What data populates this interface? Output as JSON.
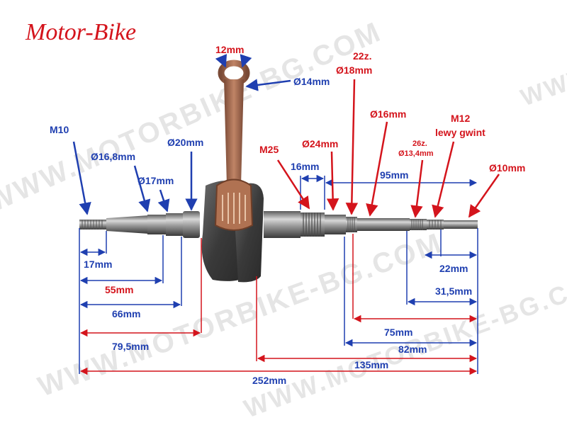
{
  "brand": "Motor-Bike",
  "watermarks": [
    "WWW.MOTORBIKE-BG.COM",
    "WWW.MOTORBIKE-BG.COM",
    "WWW.MOTORBIKE-BG.COM",
    "WWW.MOTORBIKE-BG.COM"
  ],
  "colors": {
    "red": "#d4141c",
    "blue": "#1f3fb0",
    "metal": "#8d8d8d",
    "rod": "#a8684a"
  },
  "labels": {
    "m10": "M10",
    "d16_8": "Ø16,8mm",
    "d17": "Ø17mm",
    "d20": "Ø20mm",
    "rod_width": "12mm",
    "d14": "Ø14mm",
    "teeth22": "22z.",
    "d18": "Ø18mm",
    "d16": "Ø16mm",
    "m12": "M12",
    "lewy_gwint": "lewy gwint",
    "m25": "M25",
    "d24": "Ø24mm",
    "teeth26": "26z.",
    "d13_4": "Ø13,4mm",
    "d10": "Ø10mm"
  },
  "dimensions": {
    "l16": "16mm",
    "l95": "95mm",
    "l17": "17mm",
    "l55": "55mm",
    "l66": "66mm",
    "l79_5": "79,5mm",
    "l22": "22mm",
    "l31_5": "31,5mm",
    "l75": "75mm",
    "l82": "82mm",
    "l135": "135mm",
    "l252": "252mm"
  }
}
